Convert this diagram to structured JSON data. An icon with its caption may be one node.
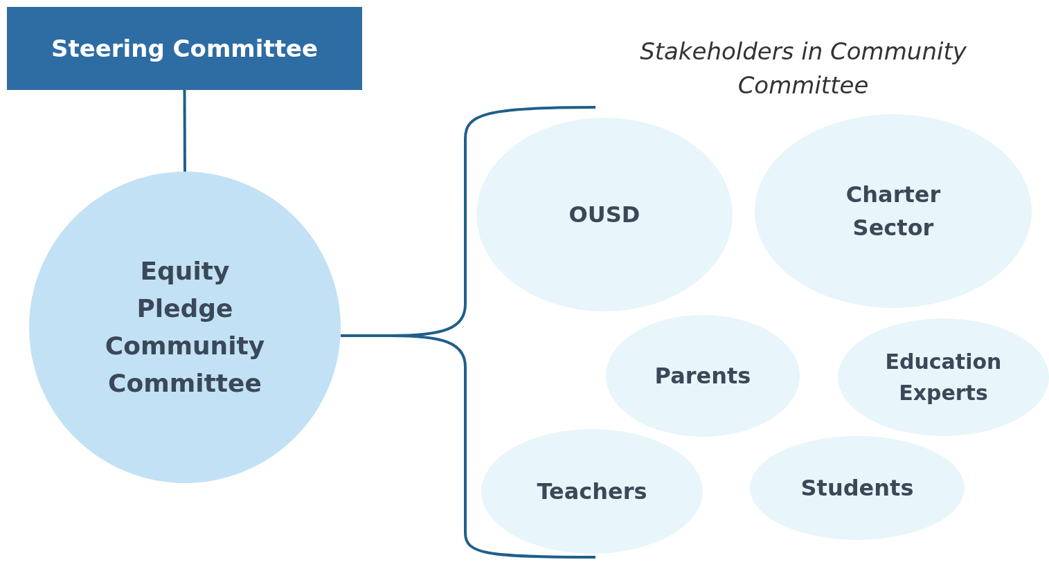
{
  "diagram": {
    "nodes": [
      {
        "text": [
          "Steering Committee"
        ]
      },
      {
        "text": [
          "Equity Pledge Community Committee"
        ]
      },
      {
        "text": [
          "OUSD"
        ]
      },
      {
        "text": [
          "Charter Sector"
        ]
      },
      {
        "text": [
          "Parents"
        ]
      },
      {
        "text": [
          "Education Experts"
        ]
      },
      {
        "text": [
          "Teachers"
        ]
      },
      {
        "text": [
          "Students"
        ]
      }
    ],
    "edges": [
      {
        "from": 0,
        "to": 1,
        "arrow": "none"
      },
      {
        "from": 1,
        "to": null,
        "arrow": "none"
      }
    ],
    "labels": [
      "Stakeholders in Community Committee"
    ]
  }
}
